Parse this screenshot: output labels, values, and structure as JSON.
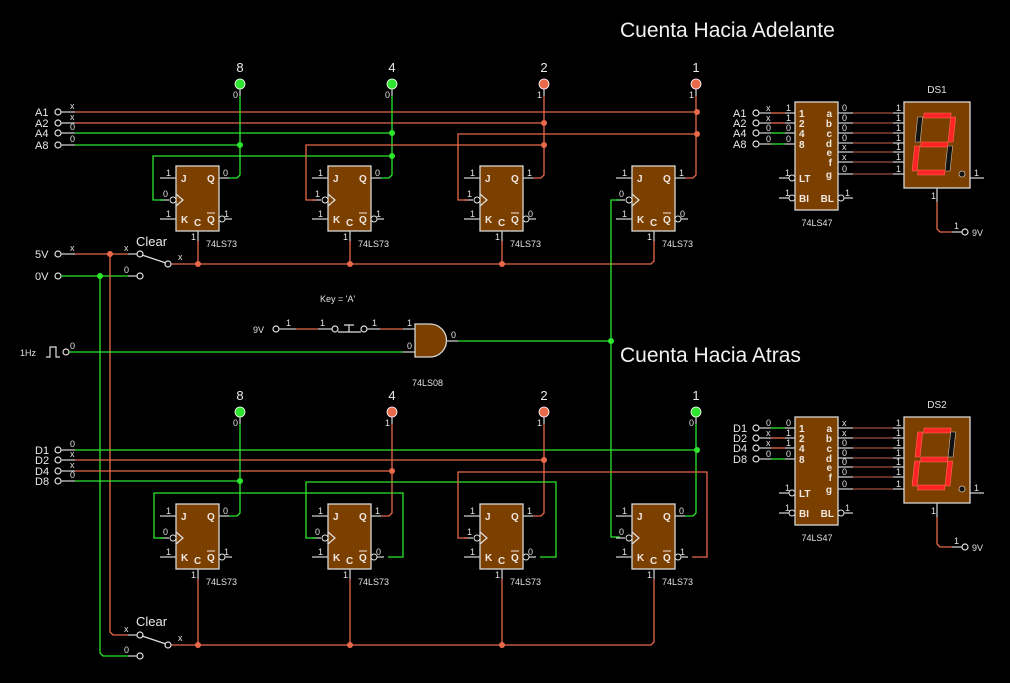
{
  "colors": {
    "high": "#e8694a",
    "low": "#2ee62e",
    "chip": "#7b3f00",
    "segment_on": "#ff2424",
    "background": "#000000"
  },
  "pin_labels": {
    "j": "J",
    "k": "K",
    "c": "C",
    "q": "Q",
    "qbar": "Q",
    "lt": "LT",
    "bi": "BI",
    "bl": "BL",
    "bcd": [
      "1",
      "2",
      "4",
      "8"
    ],
    "segments": [
      "a",
      "b",
      "c",
      "d",
      "e",
      "f",
      "g"
    ]
  },
  "top": {
    "title": "Cuenta Hacia Adelante",
    "probes": [
      {
        "label": "8",
        "value": "0"
      },
      {
        "label": "4",
        "value": "0"
      },
      {
        "label": "2",
        "value": "1"
      },
      {
        "label": "1",
        "value": "1"
      }
    ],
    "inputs": [
      {
        "label": "A1",
        "value": "x"
      },
      {
        "label": "A2",
        "value": "x"
      },
      {
        "label": "A4",
        "value": "0"
      },
      {
        "label": "A8",
        "value": "0"
      }
    ],
    "flipflops": [
      {
        "part": "74LS73",
        "j": "1",
        "k": "1",
        "c": "1",
        "clk": "0",
        "q": "0",
        "qbar": "1"
      },
      {
        "part": "74LS73",
        "j": "1",
        "k": "1",
        "c": "1",
        "clk": "1",
        "q": "0",
        "qbar": "1"
      },
      {
        "part": "74LS73",
        "j": "1",
        "k": "1",
        "c": "1",
        "clk": "1",
        "q": "1",
        "qbar": "0"
      },
      {
        "part": "74LS73",
        "j": "1",
        "k": "1",
        "c": "1",
        "clk": "0",
        "q": "1",
        "qbar": "0"
      }
    ],
    "clear": {
      "label": "Clear",
      "supply": "5V",
      "supply_value": "x",
      "ground": "0V",
      "ground_value": "0",
      "throw_value": "x",
      "rest_value": "0",
      "out_value": "x"
    },
    "decoder": {
      "part": "74LS47",
      "inputs": [
        {
          "label": "A1",
          "wire": "x",
          "pin": "1"
        },
        {
          "label": "A2",
          "wire": "x",
          "pin": "1"
        },
        {
          "label": "A4",
          "wire": "0",
          "pin": "0"
        },
        {
          "label": "A8",
          "wire": "0",
          "pin": "0"
        }
      ],
      "outputs": [
        {
          "value": "0",
          "disp": "1"
        },
        {
          "value": "0",
          "disp": "1"
        },
        {
          "value": "0",
          "disp": "1"
        },
        {
          "value": "0",
          "disp": "1"
        },
        {
          "value": "x",
          "disp": "1"
        },
        {
          "value": "x",
          "disp": "1"
        },
        {
          "value": "0",
          "disp": "1"
        }
      ],
      "lt": "1",
      "bi": "1",
      "bl": "1"
    },
    "display": {
      "name": "DS1",
      "lit": [
        "a",
        "b",
        "g",
        "e",
        "d"
      ],
      "rbo": "1",
      "common": "1",
      "supply_pin": "1",
      "supply": "9V"
    }
  },
  "clock": {
    "freq": "1Hz",
    "value": "0",
    "key_label": "Key = 'A'",
    "supply": "9V",
    "supply_pin": "1",
    "button_in": "1",
    "button_out": "1",
    "gate_in_a": "1",
    "gate_in_b": "0",
    "gate_out": "0",
    "gate_part": "74LS08"
  },
  "bottom": {
    "title": "Cuenta Hacia Atras",
    "probes": [
      {
        "label": "8",
        "value": "0"
      },
      {
        "label": "4",
        "value": "1"
      },
      {
        "label": "2",
        "value": "1"
      },
      {
        "label": "1",
        "value": "0"
      }
    ],
    "inputs": [
      {
        "label": "D1",
        "value": "0"
      },
      {
        "label": "D2",
        "value": "x"
      },
      {
        "label": "D4",
        "value": "x"
      },
      {
        "label": "D8",
        "value": "0"
      }
    ],
    "flipflops": [
      {
        "part": "74LS73",
        "j": "1",
        "k": "1",
        "c": "1",
        "clk": "0",
        "q": "0",
        "qbar": "1"
      },
      {
        "part": "74LS73",
        "j": "1",
        "k": "1",
        "c": "1",
        "clk": "0",
        "q": "1",
        "qbar": "0"
      },
      {
        "part": "74LS73",
        "j": "1",
        "k": "1",
        "c": "1",
        "clk": "1",
        "q": "1",
        "qbar": "0"
      },
      {
        "part": "74LS73",
        "j": "1",
        "k": "1",
        "c": "1",
        "clk": "0",
        "q": "0",
        "qbar": "1"
      }
    ],
    "clear": {
      "label": "Clear",
      "throw_value": "x",
      "rest_value": "0",
      "out_value": "x"
    },
    "decoder": {
      "part": "74LS47",
      "inputs": [
        {
          "label": "D1",
          "wire": "0",
          "pin": "0"
        },
        {
          "label": "D2",
          "wire": "x",
          "pin": "1"
        },
        {
          "label": "D4",
          "wire": "x",
          "pin": "1"
        },
        {
          "label": "D8",
          "wire": "0",
          "pin": "0"
        }
      ],
      "outputs": [
        {
          "value": "x",
          "disp": "1"
        },
        {
          "value": "x",
          "disp": "1"
        },
        {
          "value": "0",
          "disp": "1"
        },
        {
          "value": "0",
          "disp": "1"
        },
        {
          "value": "0",
          "disp": "1"
        },
        {
          "value": "0",
          "disp": "1"
        },
        {
          "value": "0",
          "disp": "1"
        }
      ],
      "lt": "1",
      "bi": "1",
      "bl": "1"
    },
    "display": {
      "name": "DS2",
      "lit": [
        "a",
        "c",
        "d",
        "e",
        "f",
        "g"
      ],
      "rbo": "1",
      "common": "1",
      "supply_pin": "1",
      "supply": "9V"
    }
  }
}
